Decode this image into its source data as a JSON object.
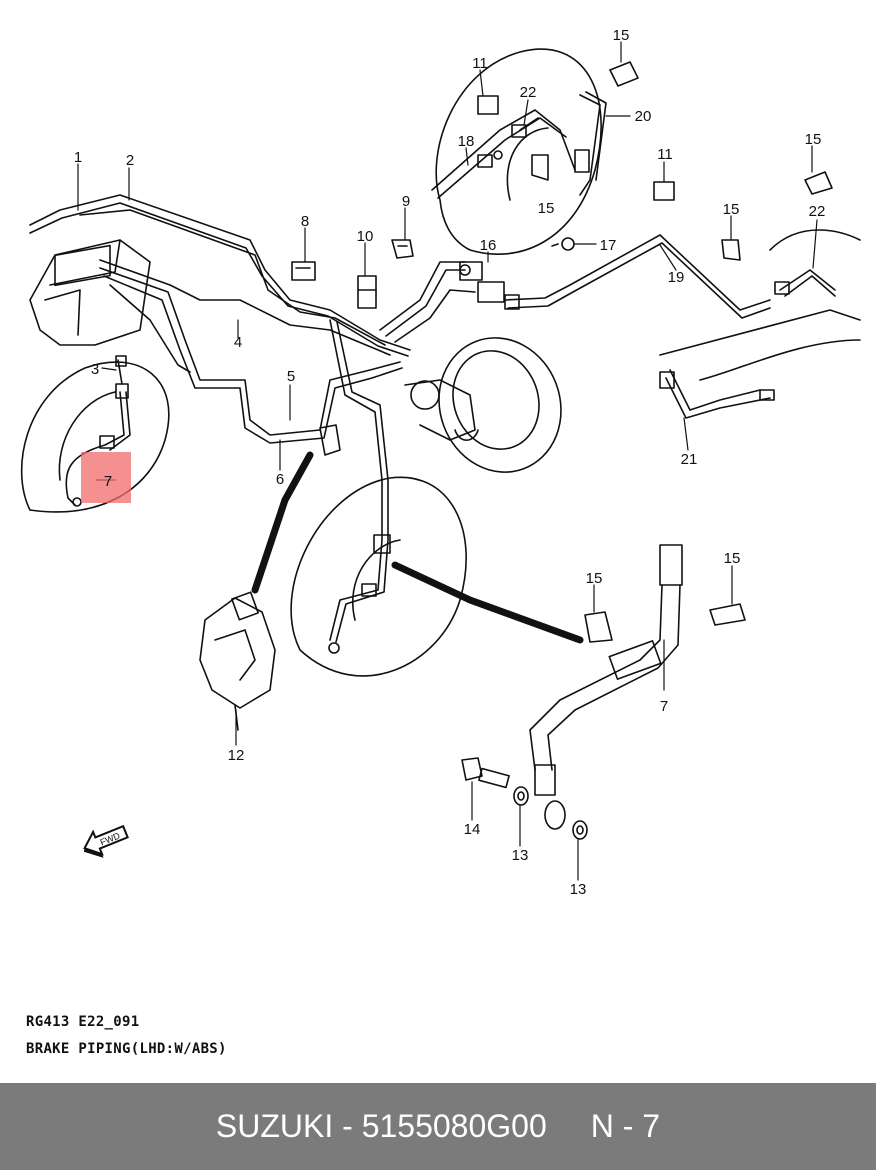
{
  "diagram": {
    "callouts": [
      "1",
      "2",
      "3",
      "4",
      "5",
      "6",
      "7",
      "7",
      "8",
      "9",
      "10",
      "11",
      "11",
      "12",
      "13",
      "13",
      "14",
      "15",
      "15",
      "15",
      "15",
      "15",
      "16",
      "17",
      "18",
      "19",
      "20",
      "21",
      "22",
      "22"
    ],
    "highlighted_part": "7",
    "direction_marker": "FWD"
  },
  "caption": {
    "code": "RG413  E22_091",
    "title": "BRAKE PIPING(LHD:W/ABS)"
  },
  "footer": {
    "brand_part": "SUZUKI - 5155080G00",
    "ref": "N - 7"
  },
  "colors": {
    "highlight": "#f26b6b",
    "footer_bg": "#7b7b7b",
    "line": "#111111"
  }
}
